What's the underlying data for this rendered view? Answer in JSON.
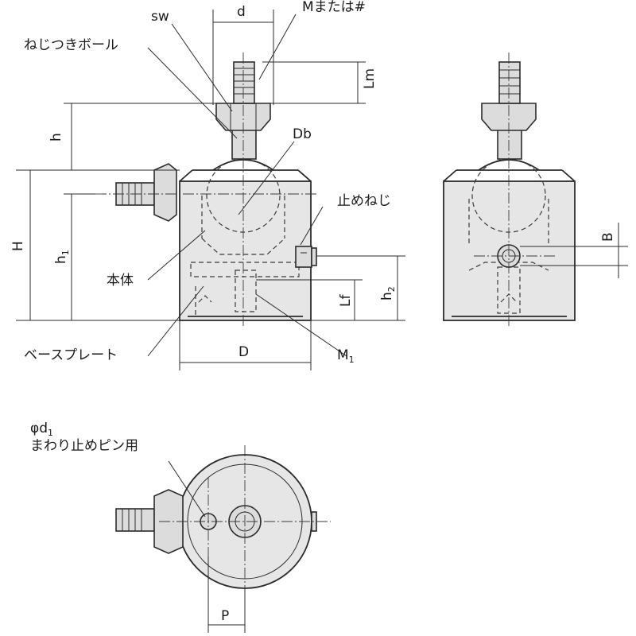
{
  "labels": {
    "sw": "sw",
    "d": "d",
    "m_or_hash": "Mまたは#",
    "screw_ball": "ねじつきボール",
    "db": "Db",
    "lm": "Lm",
    "h": "h",
    "H": "H",
    "h1_main": "h",
    "h1_sub": "1",
    "set_screw": "止めねじ",
    "main_body": "本体",
    "h2_main": "h",
    "h2_sub": "2",
    "lf": "Lf",
    "base_plate": "ベースプレート",
    "D": "D",
    "m1_main": "M",
    "m1_sub": "1",
    "B": "B",
    "phi_d1_main": "φd",
    "phi_d1_sub": "1",
    "anti_rotation_pin": "まわり止めピン用",
    "P": "P"
  },
  "colors": {
    "line": "#2b2b2b",
    "fill": "#e6e6e6",
    "background": "#ffffff"
  }
}
